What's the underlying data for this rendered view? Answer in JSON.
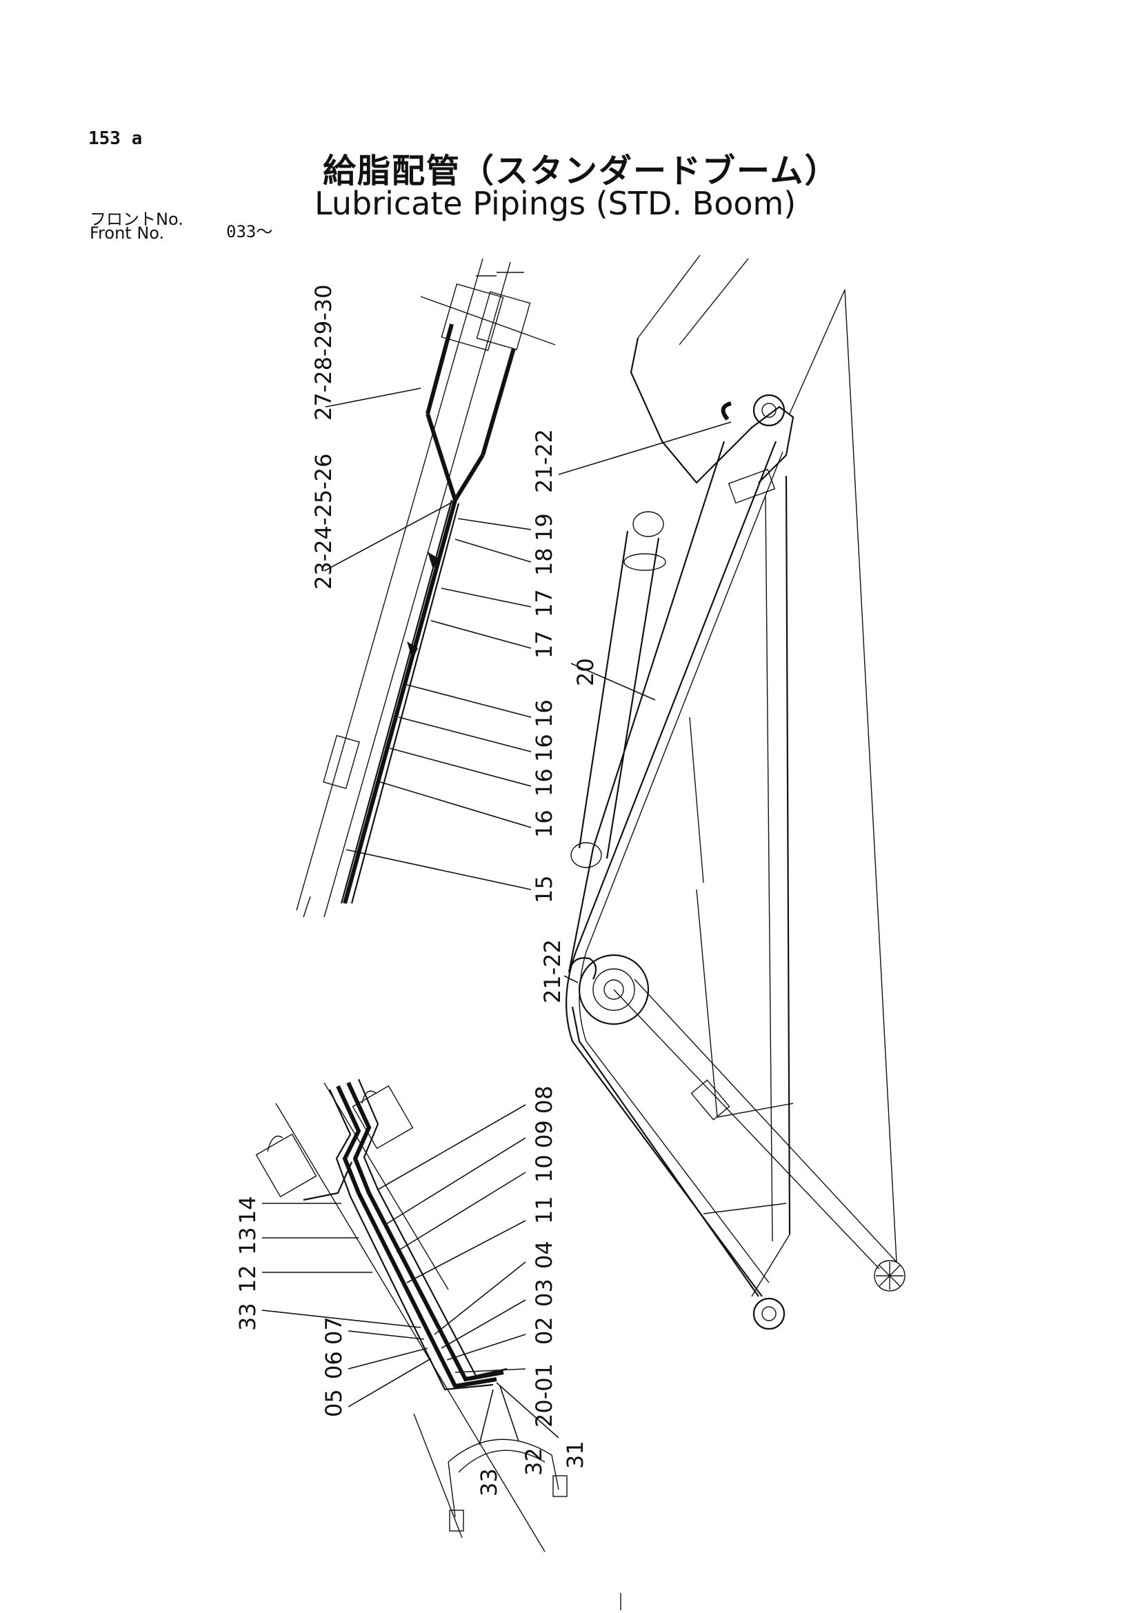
{
  "page_number": "153 a",
  "title_jp": "給脂配管（スタンダードブーム）",
  "title_en": "Lubricate Pipings (STD. Boom)",
  "front_jp": "フロントNo.",
  "front_en": "Front No.",
  "front_range": "033～",
  "labels": {
    "upper": [
      "27-28-29-30",
      "23-24-25-26",
      "21-22",
      "19",
      "18",
      "17",
      "17",
      "16",
      "16",
      "16",
      "16",
      "15"
    ],
    "middle": [
      "20",
      "21-22"
    ],
    "lower": [
      "08",
      "09",
      "10",
      "11",
      "04",
      "03",
      "02",
      "20-01",
      "31",
      "32",
      "33",
      "14",
      "13",
      "12",
      "33",
      "05",
      "06",
      "07"
    ]
  }
}
